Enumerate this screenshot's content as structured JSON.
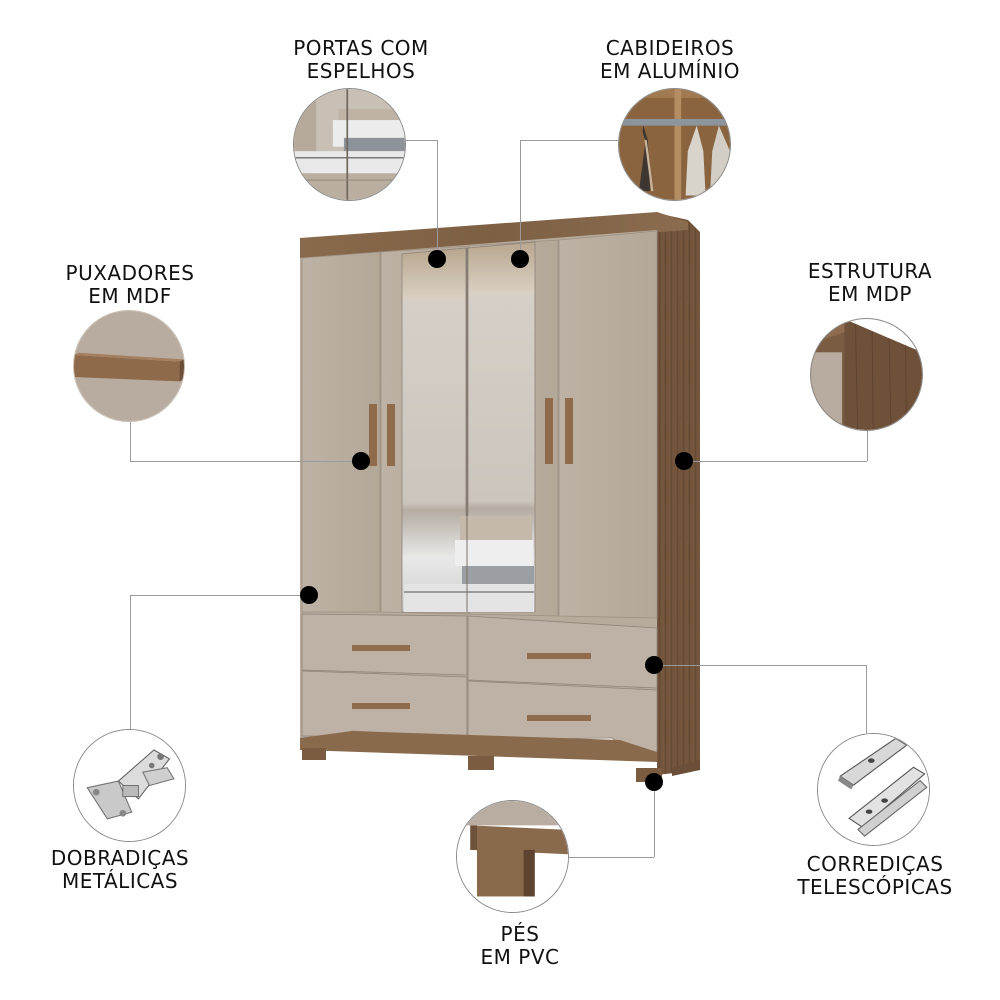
{
  "product": {
    "type": "wardrobe",
    "colors": {
      "wood": "#7a5c42",
      "wood_dark": "#6b4f38",
      "panel": "#b9ada0",
      "panel_light": "#c4b9ad",
      "mirror": "#cfc9c1",
      "marker": "#000000",
      "connector": "#9a9a9a"
    }
  },
  "features": [
    {
      "id": "portas",
      "line1": "PORTAS COM",
      "line2": "ESPELHOS",
      "icon": "mirror-doors-icon"
    },
    {
      "id": "cabideiros",
      "line1": "CABIDEIROS",
      "line2": "EM ALUMÍNIO",
      "icon": "hanger-rail-icon"
    },
    {
      "id": "puxadores",
      "line1": "PUXADORES",
      "line2": "EM MDF",
      "icon": "handle-icon"
    },
    {
      "id": "estrutura",
      "line1": "ESTRUTURA",
      "line2": "EM MDP",
      "icon": "structure-icon"
    },
    {
      "id": "dobradicas",
      "line1": "DOBRADIÇAS",
      "line2": "METÁLICAS",
      "icon": "hinge-icon"
    },
    {
      "id": "corredicas",
      "line1": "CORREDIÇAS",
      "line2": "TELESCÓPICAS",
      "icon": "drawer-slide-icon"
    },
    {
      "id": "pes",
      "line1": "PÉS",
      "line2": "EM PVC",
      "icon": "foot-icon"
    }
  ]
}
